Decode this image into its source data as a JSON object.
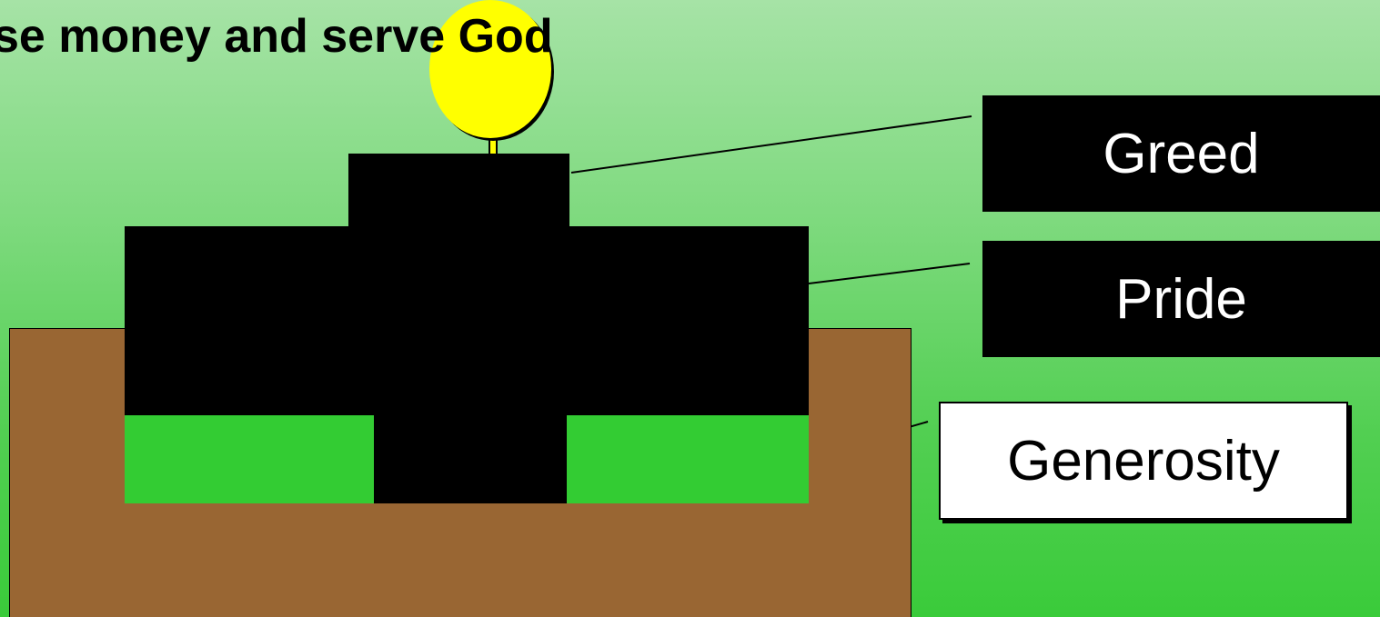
{
  "title": {
    "prefix": "se money and ",
    "highlight": "serve",
    "suffix": " God"
  },
  "labels": {
    "greed": "Greed",
    "pride": "Pride",
    "generosity": "Generosity"
  },
  "colors": {
    "sun": "#ffff00",
    "soil": "#996633",
    "growth": "#33cc33",
    "vice_blocks": "#000000",
    "background_top": "#a6e3a6",
    "background_bottom": "#3acb3a"
  }
}
